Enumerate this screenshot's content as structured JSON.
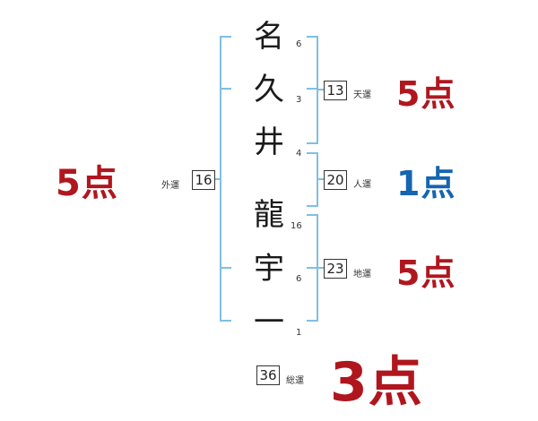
{
  "name": {
    "chars": [
      "名",
      "久",
      "井",
      "龍",
      "宇",
      "一"
    ],
    "strokes": [
      "6",
      "3",
      "4",
      "16",
      "6",
      "1"
    ]
  },
  "fortunes": {
    "tenun": {
      "value": "13",
      "label": "天運",
      "score": "5点"
    },
    "jinun": {
      "value": "20",
      "label": "人運",
      "score": "1点"
    },
    "chiun": {
      "value": "23",
      "label": "地運",
      "score": "5点"
    },
    "gaiun": {
      "value": "16",
      "label": "外運",
      "score": "5点"
    },
    "souun": {
      "value": "36",
      "label": "総運",
      "score": "3点"
    }
  },
  "colors": {
    "bracket": "#7fbfe3",
    "good": "#b0161e",
    "bad": "#1565b0"
  }
}
